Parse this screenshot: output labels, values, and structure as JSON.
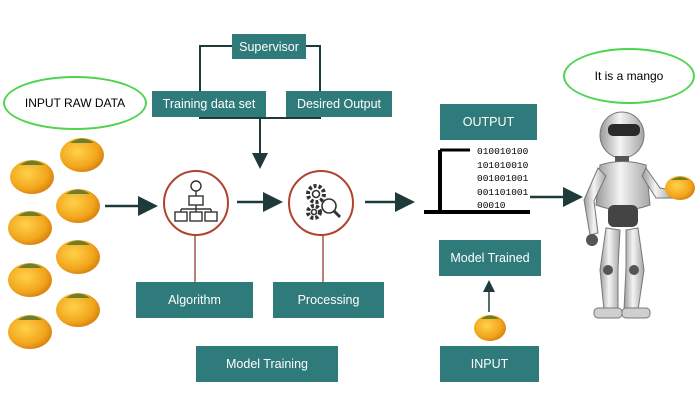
{
  "labels": {
    "input_raw_data": "INPUT RAW DATA",
    "supervisor": "Supervisor",
    "training_data_set": "Training data set",
    "desired_output": "Desired Output",
    "algorithm": "Algorithm",
    "processing": "Processing",
    "model_training": "Model Training",
    "output": "OUTPUT",
    "model_trained": "Model Trained",
    "input": "INPUT",
    "speech": "It is a mango"
  },
  "binary_lines": [
    "010010100",
    "101010010",
    "001001001",
    "001101001",
    "00010"
  ],
  "colors": {
    "box": "#2f7a7b",
    "oval_border": "#4fd44f",
    "circle_border": "#b0432e",
    "arrow": "#1f3a3b",
    "mango": "#f2a51c"
  },
  "icons": [
    "mango-icon",
    "flowchart-icon",
    "gears-icon",
    "robot-icon"
  ]
}
